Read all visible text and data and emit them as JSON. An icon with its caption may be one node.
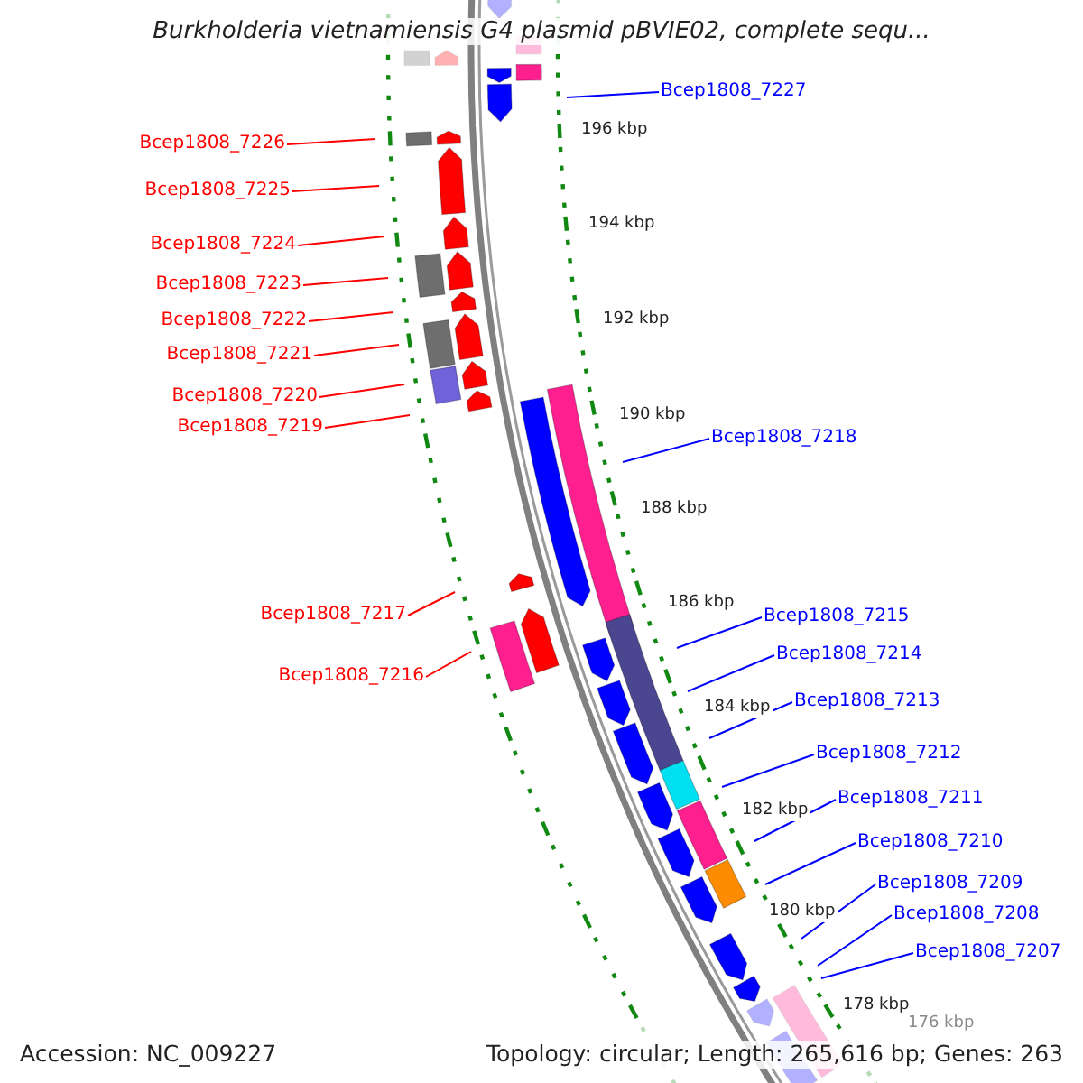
{
  "diagram": {
    "title": "Burkholderia vietnamiensis G4 plasmid pBVIE02, complete sequ...",
    "nodes": [
      {
        "text": [
          "Bcep1808_7226"
        ]
      },
      {
        "text": [
          "Bcep1808_7225"
        ]
      },
      {
        "text": [
          "Bcep1808_7224"
        ]
      },
      {
        "text": [
          "Bcep1808_7223"
        ]
      },
      {
        "text": [
          "Bcep1808_7222"
        ]
      },
      {
        "text": [
          "Bcep1808_7221"
        ]
      },
      {
        "text": [
          "Bcep1808_7220"
        ]
      },
      {
        "text": [
          "Bcep1808_7219"
        ]
      },
      {
        "text": [
          "Bcep1808_7217"
        ]
      },
      {
        "text": [
          "Bcep1808_7216"
        ]
      },
      {
        "text": [
          "Bcep1808_7227"
        ]
      },
      {
        "text": [
          "Bcep1808_7218"
        ]
      },
      {
        "text": [
          "Bcep1808_7215"
        ]
      },
      {
        "text": [
          "Bcep1808_7214"
        ]
      },
      {
        "text": [
          "Bcep1808_7213"
        ]
      },
      {
        "text": [
          "Bcep1808_7212"
        ]
      },
      {
        "text": [
          "Bcep1808_7211"
        ]
      },
      {
        "text": [
          "Bcep1808_7210"
        ]
      },
      {
        "text": [
          "Bcep1808_7209"
        ]
      },
      {
        "text": [
          "Bcep1808_7208"
        ]
      },
      {
        "text": [
          "Bcep1808_7207"
        ]
      }
    ],
    "edges": [
      {
        "from": 0,
        "to": null,
        "arrow": "none",
        "color": "#ff0000"
      },
      {
        "from": 1,
        "to": null,
        "arrow": "none",
        "color": "#ff0000"
      },
      {
        "from": 2,
        "to": null,
        "arrow": "none",
        "color": "#ff0000"
      },
      {
        "from": 3,
        "to": null,
        "arrow": "none",
        "color": "#ff0000"
      },
      {
        "from": 4,
        "to": null,
        "arrow": "none",
        "color": "#ff0000"
      },
      {
        "from": 5,
        "to": null,
        "arrow": "none",
        "color": "#ff0000"
      },
      {
        "from": 6,
        "to": null,
        "arrow": "none",
        "color": "#ff0000"
      },
      {
        "from": 7,
        "to": null,
        "arrow": "none",
        "color": "#ff0000"
      },
      {
        "from": 8,
        "to": null,
        "arrow": "none",
        "color": "#ff0000"
      },
      {
        "from": 9,
        "to": null,
        "arrow": "none",
        "color": "#ff0000"
      },
      {
        "from": 10,
        "to": null,
        "arrow": "none"
      },
      {
        "from": 11,
        "to": null,
        "arrow": "none"
      },
      {
        "from": 12,
        "to": null,
        "arrow": "none"
      },
      {
        "from": 13,
        "to": null,
        "arrow": "none"
      },
      {
        "from": 14,
        "to": null,
        "arrow": "none"
      },
      {
        "from": 15,
        "to": null,
        "arrow": "none"
      },
      {
        "from": 16,
        "to": null,
        "arrow": "none"
      },
      {
        "from": 17,
        "to": null,
        "arrow": "none"
      },
      {
        "from": 18,
        "to": null,
        "arrow": "none"
      },
      {
        "from": 19,
        "to": null,
        "arrow": "none"
      },
      {
        "from": 20,
        "to": null,
        "arrow": "none"
      }
    ],
    "labels": [
      "196 kbp",
      "194 kbp",
      "192 kbp",
      "190 kbp",
      "188 kbp",
      "186 kbp",
      "184 kbp",
      "182 kbp",
      "180 kbp",
      "178 kbp",
      "176 kbp",
      "Accession: NC_009227",
      "Topology: circular; Length: 265,616 bp; Genes: 263"
    ]
  }
}
